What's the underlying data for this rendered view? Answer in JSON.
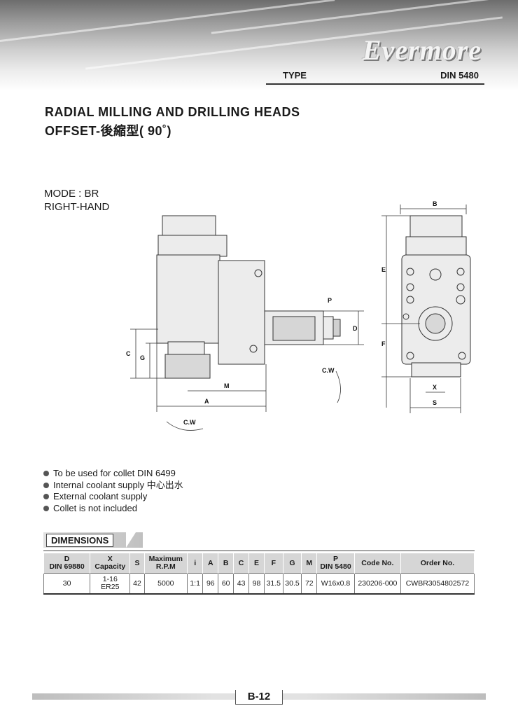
{
  "header": {
    "brand": "Evermore",
    "type_label": "TYPE",
    "type_value": "DIN 5480"
  },
  "title": {
    "line1": "RADIAL MILLING AND DRILLING HEADS",
    "line2": "OFFSET-後縮型( 90˚)"
  },
  "mode": {
    "line1": "MODE : BR",
    "line2": "RIGHT-HAND"
  },
  "drawing_labels": {
    "B": "B",
    "E": "E",
    "F": "F",
    "X": "X",
    "S": "S",
    "C": "C",
    "G": "G",
    "M": "M",
    "A": "A",
    "P": "P",
    "D": "D",
    "cw1": "C.W",
    "cw2": "C.W"
  },
  "features": [
    "To be used for collet DIN 6499",
    "Internal coolant supply  中心出水",
    "External coolant supply",
    "Collet is not included"
  ],
  "dimensions": {
    "heading": "DIMENSIONS",
    "headers": [
      [
        "D",
        "DIN 69880"
      ],
      [
        "X",
        "Capacity"
      ],
      [
        "S",
        ""
      ],
      [
        "Maximum",
        "R.P.M"
      ],
      [
        "i",
        ""
      ],
      [
        "A",
        ""
      ],
      [
        "B",
        ""
      ],
      [
        "C",
        ""
      ],
      [
        "E",
        ""
      ],
      [
        "F",
        ""
      ],
      [
        "G",
        ""
      ],
      [
        "M",
        ""
      ],
      [
        "P",
        "DIN 5480"
      ],
      [
        "Code No.",
        ""
      ],
      [
        "Order No.",
        ""
      ]
    ],
    "rows": [
      [
        [
          "30",
          ""
        ],
        [
          "1-16",
          "ER25"
        ],
        [
          "42",
          ""
        ],
        [
          "5000",
          ""
        ],
        [
          "1:1",
          ""
        ],
        [
          "96",
          ""
        ],
        [
          "60",
          ""
        ],
        [
          "43",
          ""
        ],
        [
          "98",
          ""
        ],
        [
          "31.5",
          ""
        ],
        [
          "30.5",
          ""
        ],
        [
          "72",
          ""
        ],
        [
          "W16x0.8",
          ""
        ],
        [
          "230206-000",
          ""
        ],
        [
          "CWBR3054802572",
          ""
        ]
      ]
    ]
  },
  "footer": {
    "page": "B-12"
  }
}
